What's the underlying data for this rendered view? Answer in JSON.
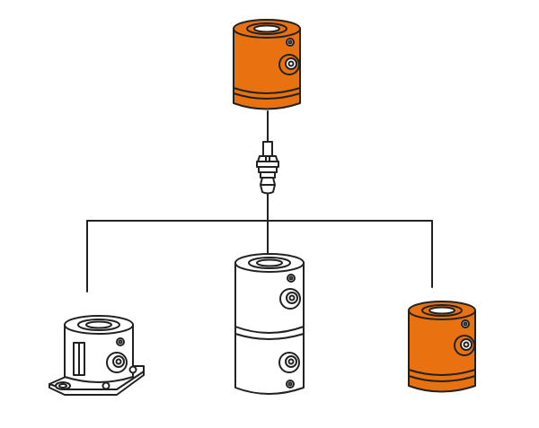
{
  "diagram": {
    "colors": {
      "background": "#ffffff",
      "outline": "#222222",
      "orange": "#e8720f",
      "orange_shade": "#c85e08",
      "white_part": "#ffffff",
      "connector_line": "#222222"
    },
    "top_component": {
      "icon": "orange-coupling-block",
      "fill": "orange"
    },
    "adapter": {
      "icon": "pneumatic-nipple-fitting"
    },
    "branches": [
      {
        "id": "left",
        "icon": "flanged-coupling-with-base",
        "fill": "white"
      },
      {
        "id": "center",
        "icon": "stacked-double-coupling",
        "fill": "white"
      },
      {
        "id": "right",
        "icon": "orange-coupling-block",
        "fill": "orange"
      }
    ]
  }
}
